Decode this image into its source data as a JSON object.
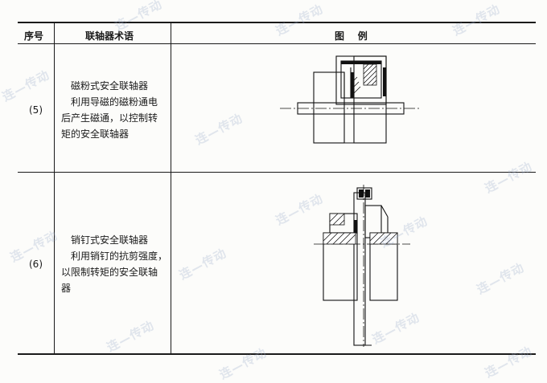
{
  "table": {
    "headers": {
      "index": "序号",
      "term": "联轴器术语",
      "figure": "图    例"
    },
    "rows": [
      {
        "index": "(5)",
        "name": "磁粉式安全联轴器",
        "desc_lines": [
          "利用导磁的磁粉通电",
          "后产生磁通，以控制转",
          "矩的安全联轴器"
        ]
      },
      {
        "index": "(6)",
        "name": "销钉式安全联轴器",
        "desc_lines": [
          "利用销钉的抗剪强度，",
          "以限制转矩的安全联轴",
          "器"
        ]
      }
    ]
  },
  "watermark": {
    "text": "连—传动"
  }
}
